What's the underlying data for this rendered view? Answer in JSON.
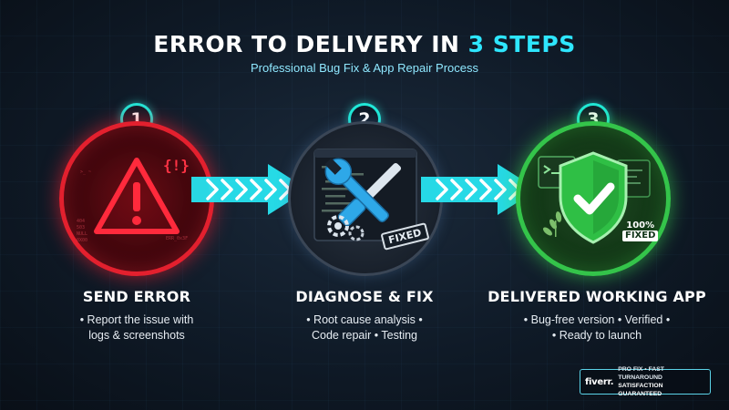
{
  "header": {
    "title_main": "ERROR TO DELIVERY IN ",
    "title_accent": "3 STEPS",
    "subtitle": "Professional Bug Fix & App Repair Process"
  },
  "steps": [
    {
      "number": "1",
      "title": "SEND ERROR",
      "desc_line1": "• Report the issue with",
      "desc_line2": "logs & screenshots",
      "icon_text": "{!}",
      "icon": "warning-triangle-icon",
      "color": "#e3202e"
    },
    {
      "number": "2",
      "title": "DIAGNOSE & FIX",
      "desc_line1": "• Root cause analysis •",
      "desc_line2": "Code repair • Testing",
      "stamp_text": "FIXED",
      "icon": "wrench-screwdriver-icon",
      "color": "#2ea8e8"
    },
    {
      "number": "3",
      "title": "DELIVERED WORKING APP",
      "desc_line1": "• Bug-free version • Verified •",
      "desc_line2": "• Ready to launch",
      "stamp_line1": "100%",
      "stamp_line2": "FIXED",
      "icon": "shield-check-icon",
      "color": "#34c44a"
    }
  ],
  "footer": {
    "logo": "fiverr.",
    "line1": "PRO FIX  • FAST TURNAROUND",
    "line2": "SATISFACTION GUARANTEED"
  },
  "colors": {
    "accent": "#2ee6ff",
    "background": "#0f1a27",
    "arrow": "#27e4f0"
  }
}
